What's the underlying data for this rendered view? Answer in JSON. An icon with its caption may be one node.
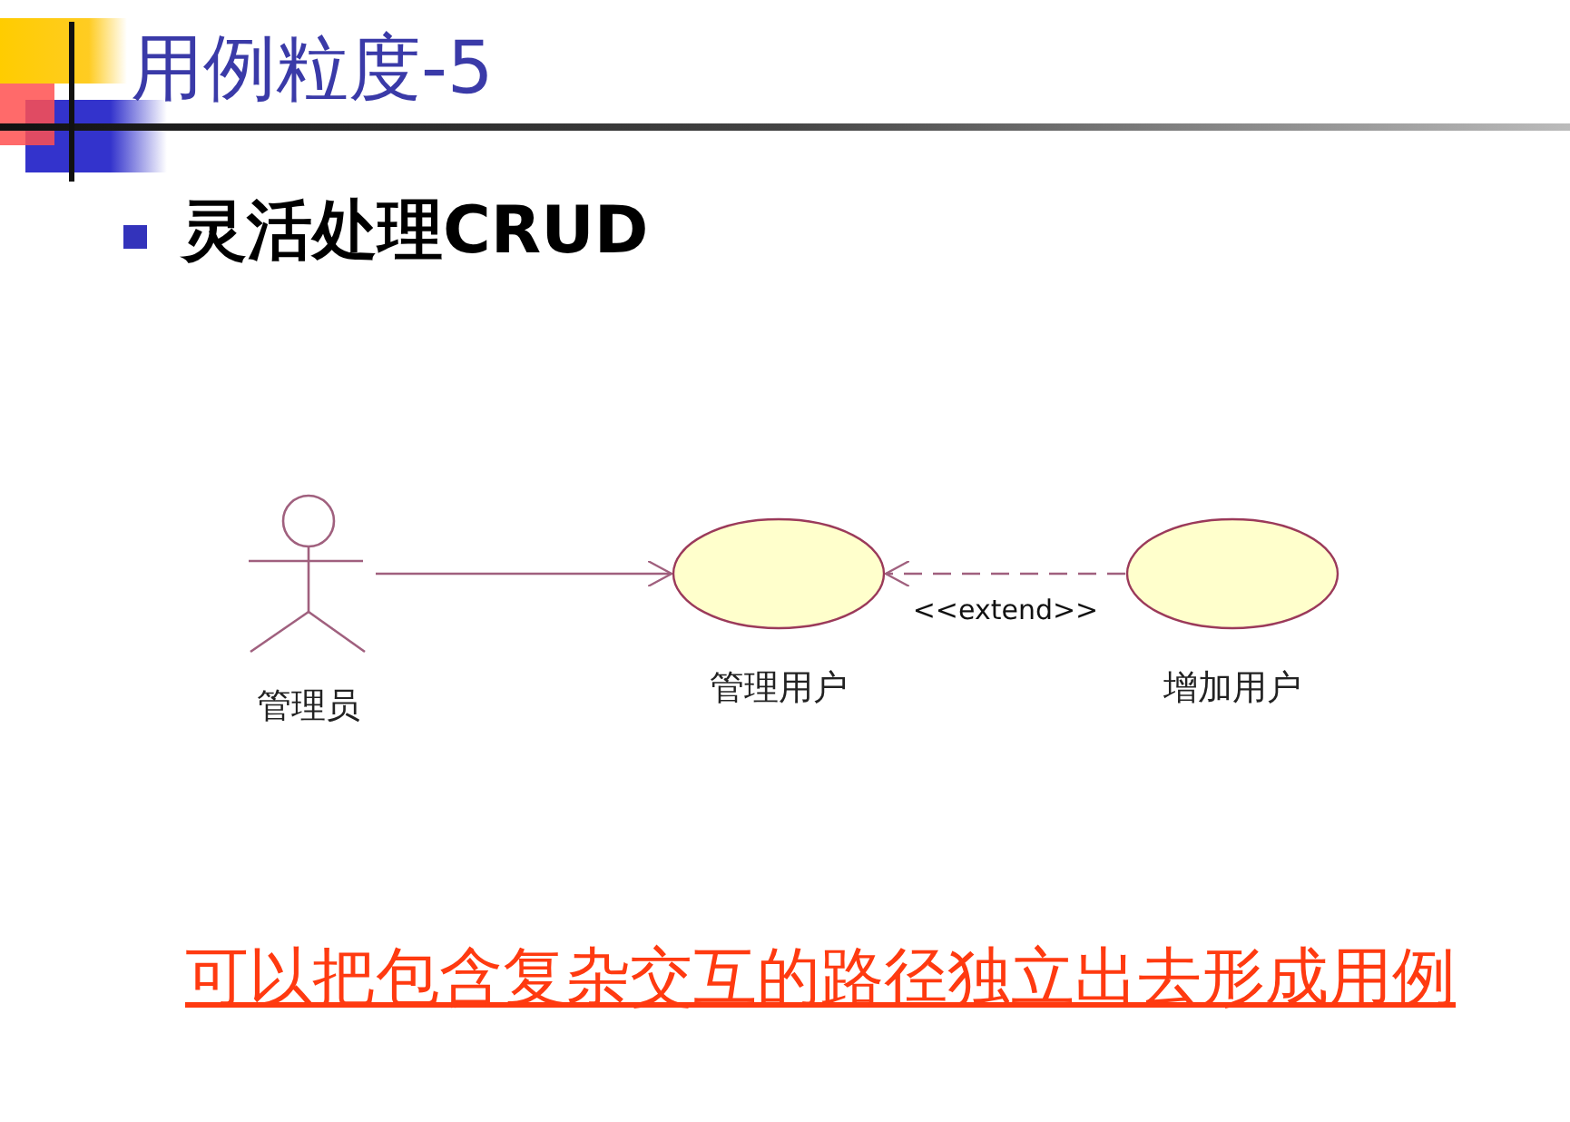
{
  "diagram": {
    "title": "用例粒度-5",
    "nodes": [
      {
        "text": [
          "管理员"
        ]
      },
      {
        "text": [
          "管理用户"
        ]
      },
      {
        "text": [
          "增加用户"
        ]
      }
    ],
    "edges": [
      {
        "from": 0,
        "to": 1,
        "arrow": "to"
      },
      {
        "from": 2,
        "to": 1,
        "arrow": "to",
        "style": "dashed",
        "label": "<<extend>>"
      }
    ],
    "labels": [
      "灵活处理CRUD",
      "可以把包含复杂交互的路径独立出去形成用例"
    ]
  }
}
